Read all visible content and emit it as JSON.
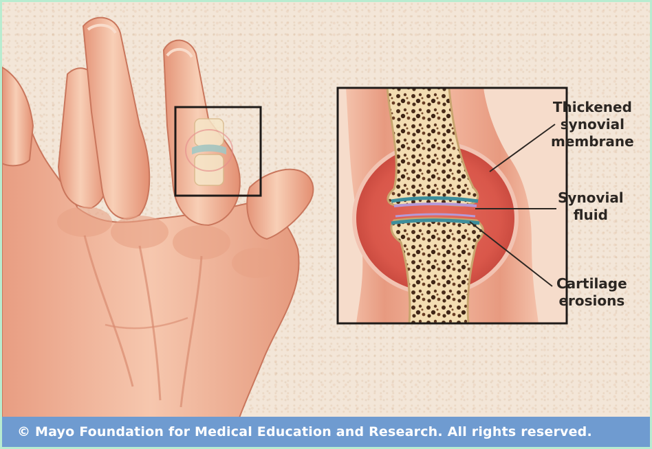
{
  "labels": {
    "thickened_line1": "Thickened",
    "thickened_line2": "synovial",
    "thickened_line3": "membrane",
    "fluid_line1": "Synovial",
    "fluid_line2": "fluid",
    "cartilage_line1": "Cartilage",
    "cartilage_line2": "erosions"
  },
  "footer": {
    "copyright": "© Mayo Foundation for Medical Education and Research.  All rights reserved."
  },
  "colors": {
    "skin": "#f0b49a",
    "bone": "#f2ddb0",
    "marrow": "#4a2c1a",
    "synovium": "#d8574a",
    "cartilage_blue": "#3d8e9b",
    "cartilage_violet": "#b59ad8",
    "footer_bg": "#6f9bd0"
  }
}
